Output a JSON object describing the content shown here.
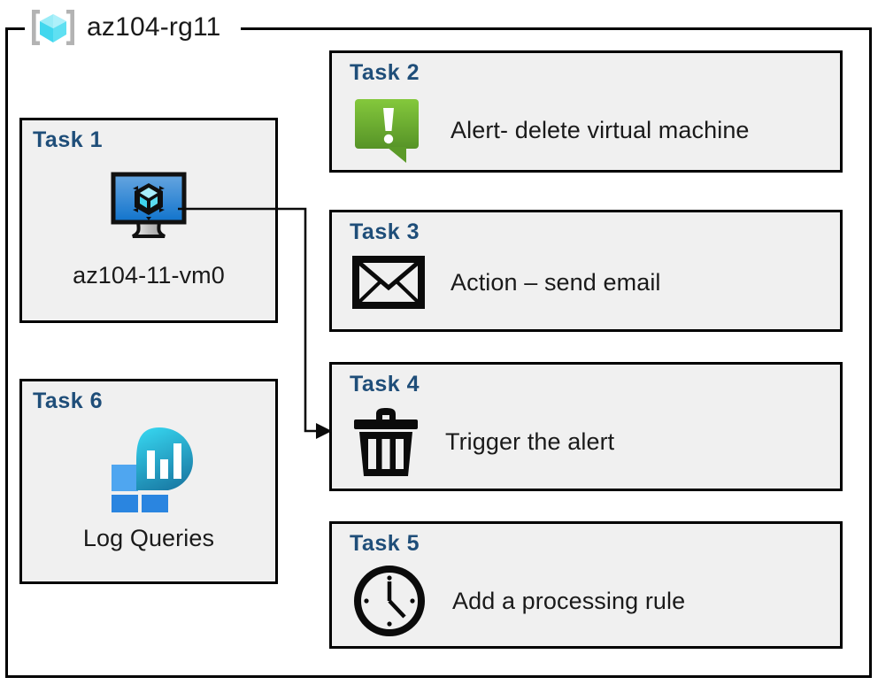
{
  "resource_group": {
    "icon": "azure-resource-group-icon",
    "title": "az104-rg11"
  },
  "colors": {
    "task_heading": "#1F4E79",
    "card_fill": "#F0F0F0",
    "card_border": "#000000",
    "alert_green_light": "#7DC242",
    "alert_green_dark": "#5B9A28",
    "vm_screen_light": "#5EA0DE",
    "vm_screen_dark": "#1576CE",
    "cube_cyan": "#7FE3F0",
    "log_square_light": "#4FA3EE",
    "log_square_dark": "#2682DE",
    "log_bubble_top": "#32CDE8",
    "log_bubble_bottom": "#1C7FA8",
    "page_background": "#FFFFFF"
  },
  "tasks": [
    {
      "id": "task1",
      "heading": "Task 1",
      "label": "az104-11-vm0",
      "icon": "virtual-machine-icon",
      "layout": "vertical"
    },
    {
      "id": "task2",
      "heading": "Task 2",
      "label": "Alert- delete virtual machine",
      "icon": "alert-callout-icon",
      "layout": "horizontal"
    },
    {
      "id": "task3",
      "heading": "Task 3",
      "label": "Action – send email",
      "icon": "envelope-icon",
      "layout": "horizontal"
    },
    {
      "id": "task4",
      "heading": "Task 4",
      "label": "Trigger the alert",
      "icon": "trash-can-icon",
      "layout": "horizontal"
    },
    {
      "id": "task5",
      "heading": "Task 5",
      "label": "Add a processing rule",
      "icon": "clock-icon",
      "layout": "horizontal"
    },
    {
      "id": "task6",
      "heading": "Task 6",
      "label": "Log Queries",
      "icon": "log-analytics-icon",
      "layout": "vertical"
    }
  ],
  "connector": {
    "name": "vm-to-trigger-alert-connector",
    "from": "task1",
    "to": "task4",
    "arrow": "arrowhead-right"
  }
}
